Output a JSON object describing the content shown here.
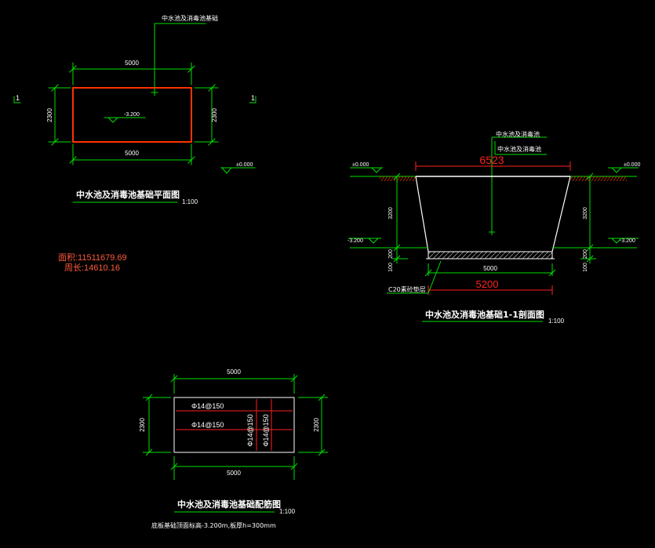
{
  "colors": {
    "background": "#000000",
    "outline": "#ffffff",
    "dimension": "#00e000",
    "pit_boundary": "#ff3300",
    "rebar": "#ff2020",
    "area_text": "#ff5a3c",
    "title_text": "#ffffff"
  },
  "plan": {
    "leader_label": "中水池及消毒池基础",
    "dim_top": "5000",
    "dim_bottom": "5000",
    "dim_left": "2300",
    "dim_right": "2300",
    "level": "-3.200",
    "ground_level": "±0.000",
    "section_mark_left": "1",
    "section_mark_right": "1",
    "title": "中水池及消毒池基础平面图",
    "scale": "1:100",
    "area_text": "面积:11511679.69",
    "perimeter_text": "周长:14610.16"
  },
  "section": {
    "leader_label_1": "中水池及消毒池",
    "leader_label_2": "中水池及消毒池",
    "dim_top_red": "6523",
    "dim_bottom_red": "5200",
    "dim_base": "5000",
    "level_left_top": "±0.000",
    "level_right_top": "±0.000",
    "level_left_bottom": "-3.200",
    "level_right_bottom": "-3.200",
    "depth_left": "3200",
    "depth_right": "3200",
    "slab_left": "200",
    "slab_right": "200",
    "cushion_left": "100",
    "cushion_right": "100",
    "cushion_label": "C20素砼垫层",
    "title": "中水池及消毒池基础1-1剖面图",
    "scale": "1:100"
  },
  "rebar": {
    "dim_top": "5000",
    "dim_bottom": "5000",
    "dim_left": "2300",
    "dim_right": "2300",
    "bar_h1": "Φ14@150",
    "bar_h2": "Φ14@150",
    "bar_v1": "Φ14@150",
    "bar_v2": "Φ14@150",
    "title": "中水池及消毒池基础配筋图",
    "scale": "1:100",
    "note": "底板基础顶面标高-3.200m,板厚h=300mm"
  }
}
